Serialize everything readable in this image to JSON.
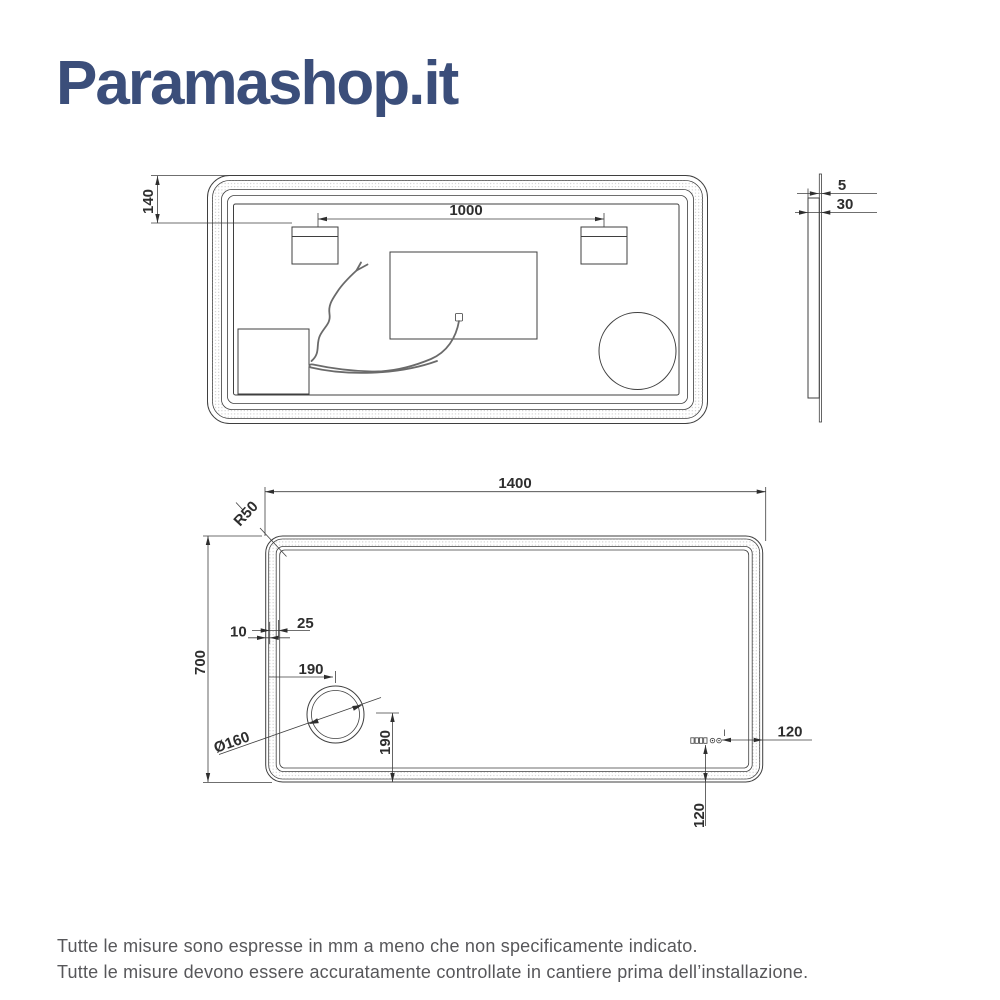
{
  "brand": {
    "name": "Paramashop.it",
    "color": "#3b4e7a"
  },
  "views": {
    "rear": {
      "dim_top_to_bracket": "140",
      "dim_bracket_spacing": "1000"
    },
    "side": {
      "dim_glass_thickness": "5",
      "dim_total_depth": "30"
    },
    "front": {
      "dim_width": "1400",
      "dim_corner_radius": "R50",
      "dim_height": "700",
      "dim_edge_to_led": "10",
      "dim_led_band": "25",
      "dim_magnifier_from_left": "190",
      "dim_magnifier_diameter": "Ø160",
      "dim_magnifier_from_bottom": "190",
      "dim_controls_from_right": "120",
      "dim_controls_from_bottom": "120"
    }
  },
  "icons": {
    "touch_display": "led-display-icon",
    "touch_button_1": "touch-button-icon",
    "touch_button_2": "touch-button-icon"
  },
  "footer": {
    "line1": "Tutte le misure sono espresse in mm a meno che non specificamente indicato.",
    "line2": "Tutte le misure devono essere accuratamente controllate in cantiere prima dell’installazione."
  }
}
